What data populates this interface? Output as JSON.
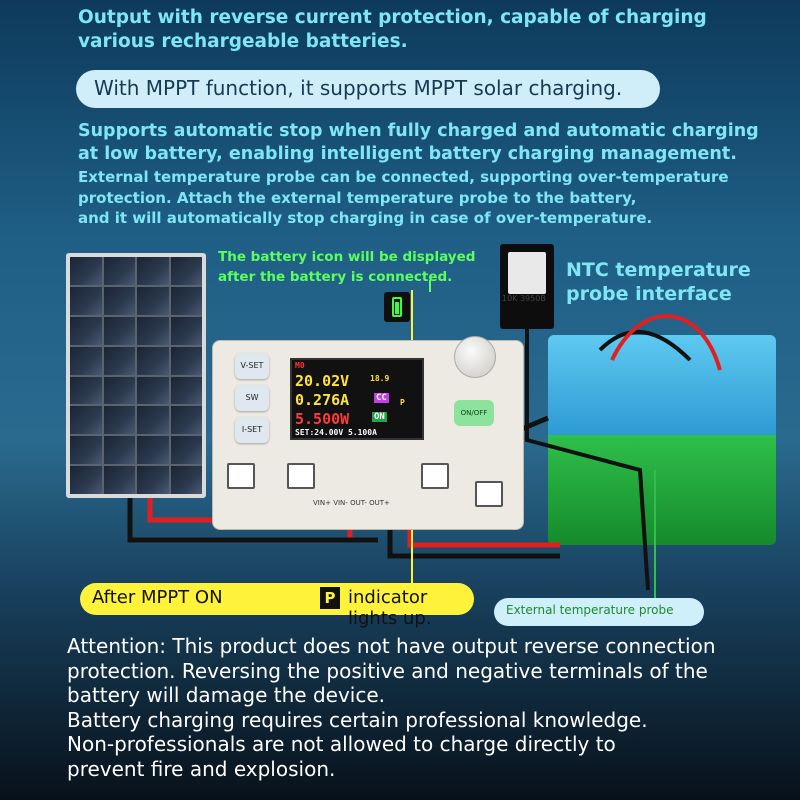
{
  "header": {
    "line1a": "Output with reverse current protection, capable of charging",
    "line1b": "various rechargeable batteries.",
    "pill": "With MPPT function, it supports MPPT solar charging.",
    "line2a": "Supports automatic stop when fully charged and automatic charging",
    "line2b": "at low battery, enabling intelligent battery charging management.",
    "line3a": "External temperature probe can be connected, supporting over-temperature",
    "line3b": "protection. Attach the external temperature probe to the battery,",
    "line3c": "and it will automatically stop charging in case of over-temperature."
  },
  "callouts": {
    "battery_icon_a": "The battery icon will be displayed",
    "battery_icon_b": "after the battery is connected.",
    "ntc_a": "NTC temperature",
    "ntc_b": "probe interface",
    "ntc_code": "10K 3950B",
    "mppt_before": "After MPPT ON",
    "mppt_p": "P",
    "mppt_after": "indicator lights up.",
    "probe": "External temperature probe"
  },
  "device": {
    "buttons": [
      "V-SET",
      "SW",
      "I-SET"
    ],
    "onoff": "ON/OFF",
    "mode": "M0",
    "voltage": "20.02V",
    "current": "0.276A",
    "power": "5.500W",
    "temp": "18.9",
    "cc": "CC",
    "on": "ON",
    "p": "P",
    "set": "SET:24.00V 5.100A",
    "terminals": [
      "VIN+",
      "VIN-",
      "OUT-",
      "OUT+"
    ]
  },
  "attention": {
    "l1": "Attention: This product does not have output reverse connection",
    "l2": "protection. Reversing the positive and negative terminals of the",
    "l3": "battery will damage the device.",
    "l4": "Battery charging requires certain professional knowledge.",
    "l5": "Non-professionals are not allowed to charge directly to",
    "l6": "prevent fire and explosion."
  },
  "colors": {
    "accent_cyan": "#7fe6f5",
    "callout_green": "#5dff5d",
    "highlight_yellow": "#fff23a",
    "pill_blue": "#cfeefa"
  }
}
